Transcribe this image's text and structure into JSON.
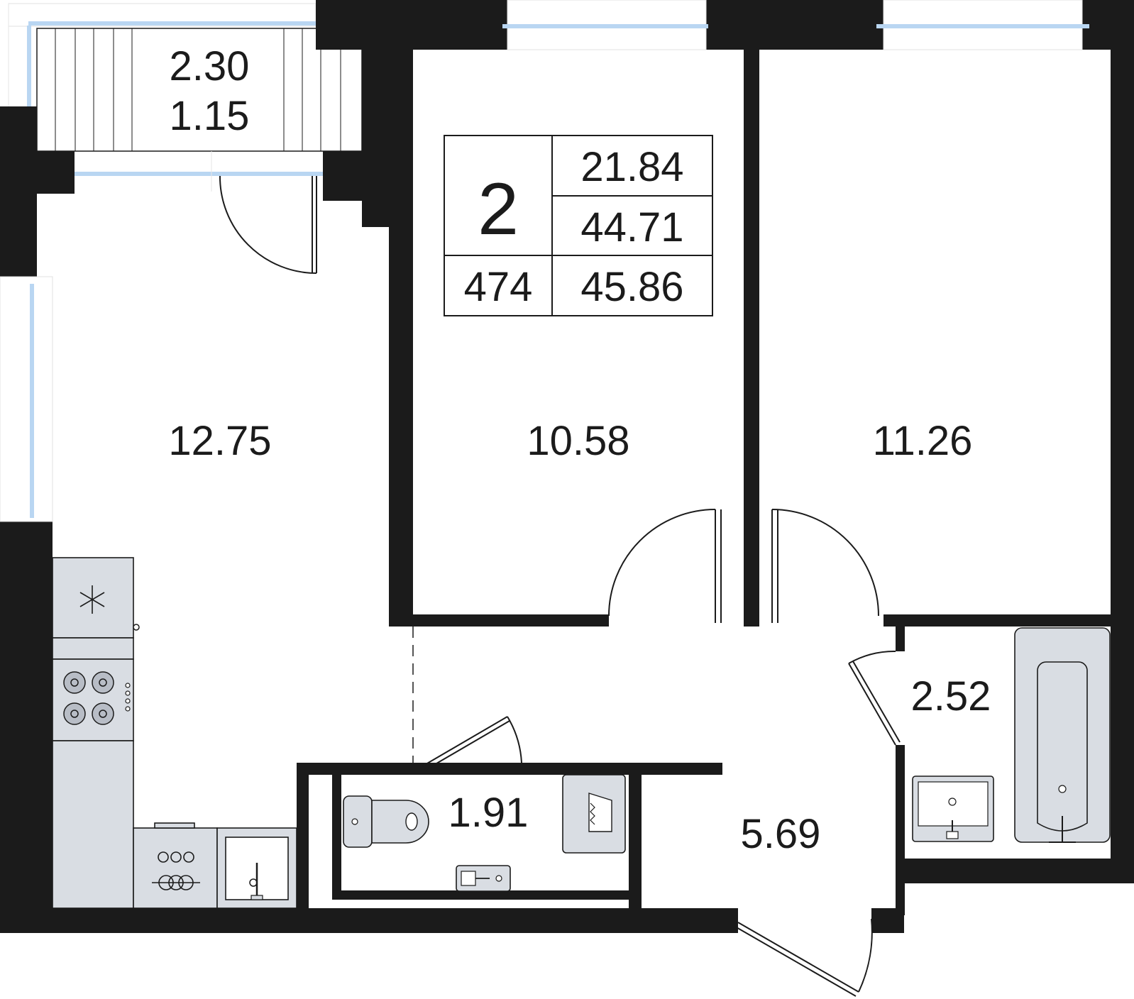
{
  "summary": {
    "rooms_count": "2",
    "apartment_number": "474",
    "living_area": "21.84",
    "area_without_balcony": "44.71",
    "total_area": "45.86"
  },
  "rooms": {
    "balcony_area": "2.30",
    "balcony_area_reduced": "1.15",
    "kitchen": "12.75",
    "bedroom_1": "10.58",
    "bedroom_2": "11.26",
    "bathroom": "2.52",
    "toilet": "1.91",
    "hallway": "5.69"
  },
  "colors": {
    "wall": "#1b1b1b",
    "window": "#b9d6f2",
    "appliance_fill": "#d9dde3",
    "background": "#ffffff"
  },
  "icons": [
    "snowflake-icon",
    "hob-burner-icon",
    "oven-icon",
    "sink-icon",
    "toilet-icon",
    "washbasin-icon",
    "bathtub-icon",
    "washing-machine-icon"
  ]
}
